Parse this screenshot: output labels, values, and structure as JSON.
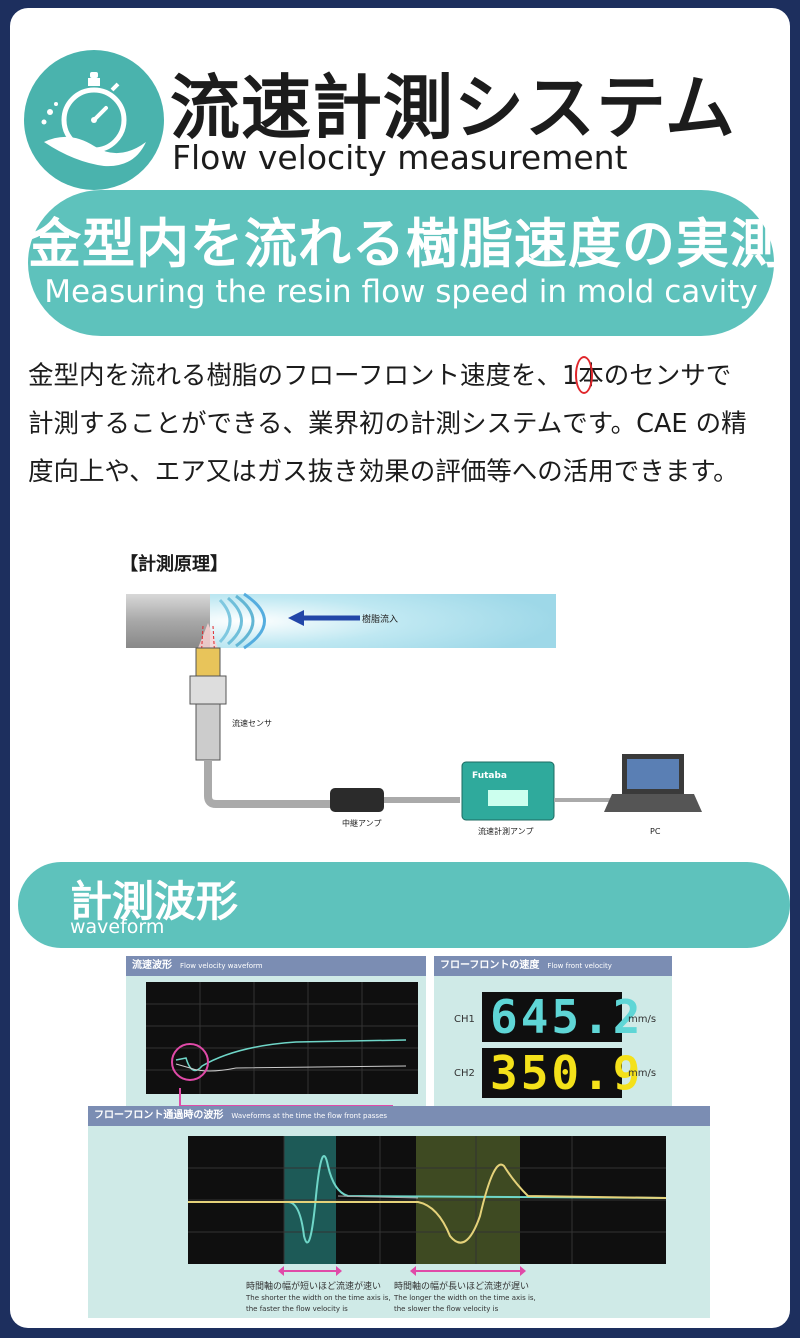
{
  "header": {
    "title_jp": "流速計測システム",
    "title_en": "Flow velocity measurement",
    "logo_icon": "stopwatch-wave-icon"
  },
  "banner": {
    "title_jp": "金型内を流れる樹脂速度の実測",
    "title_en": "Measuring the resin flow speed in mold cavity"
  },
  "description": {
    "line1": "金型内を流れる樹脂のフローフロント速度を、1本のセンサで",
    "line2": "計測することができる、業界初の計測システムです。CAE の精",
    "line3": "度向上や、エア又はガス抜き効果の評価等への活用できます。"
  },
  "principle": {
    "heading": "【計測原理】",
    "resin_inflow": "樹脂流入",
    "sensor": "流速センサ",
    "relay_amp": "中継アンプ",
    "meter_amp": "流速計測アンプ",
    "pc": "PC",
    "device_brand": "Futaba"
  },
  "waveform_section": {
    "title_jp": "計測波形",
    "title_en": "waveform"
  },
  "flow_waveform_panel": {
    "title_jp": "流速波形",
    "title_en": "Flow velocity waveform"
  },
  "velocity_panel": {
    "title_jp": "フローフロントの速度",
    "title_en": "Flow front velocity",
    "ch1_label": "CH1",
    "ch1_value": "645.2",
    "ch1_unit": "mm/s",
    "ch2_label": "CH2",
    "ch2_value": "350.9",
    "ch2_unit": "mm/s"
  },
  "passing_panel": {
    "title_jp": "フローフロント通過時の波形",
    "title_en": "Waveforms at the time the flow front passes",
    "note_left_jp": "時間軸の幅が短いほど流速が速い",
    "note_left_en1": "The shorter the width on the time axis is,",
    "note_left_en2": "the faster the flow velocity is",
    "note_right_jp": "時間軸の幅が長いほど流速が遅い",
    "note_right_en1": "The longer the width on the time axis is,",
    "note_right_en2": "the slower the flow velocity is"
  },
  "colors": {
    "teal": "#5ec2bc",
    "navy_border": "#1d2f5e",
    "digit_cyan": "#5fd6d6",
    "digit_yellow": "#f4e11a",
    "highlight_red": "#e0262b"
  }
}
